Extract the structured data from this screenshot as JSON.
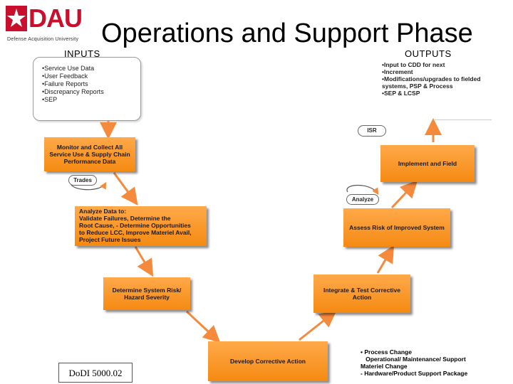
{
  "logo": {
    "mark": "DAU",
    "subtitle": "Defense Acquisition University"
  },
  "title": "Operations and Support Phase",
  "inputs": {
    "heading": "INPUTS",
    "items": [
      "Service Use Data",
      "User Feedback",
      "Failure Reports",
      "Discrepancy Reports",
      "SEP"
    ]
  },
  "outputs": {
    "heading": "OUTPUTS",
    "items": [
      "Input to CDD for next",
      "Increment",
      "Modifications/upgrades to fielded systems, PSP & Process",
      "SEP & LCSP"
    ]
  },
  "boxes": {
    "monitor": "Monitor and Collect All Service Use & Supply Chain Performance Data",
    "analyze": [
      "Analyze Data to:",
      "Validate Failures,   Determine the",
      "Root Cause,  - Determine Opportunities",
      "to Reduce LCC, Improve Materiel Avail,",
      "Project Future Issues"
    ],
    "risk": "Determine System Risk/ Hazard Severity",
    "develop": "Develop Corrective Action",
    "integrate": "Integrate & Test Corrective Action",
    "assess": "Assess Risk of Improved System",
    "implement": "Implement and Field"
  },
  "bubbles": {
    "trades": "Trades",
    "isr": "ISR",
    "analyze": "Analyze"
  },
  "bottom_right": [
    "• Process Change",
    "   Operational/ Maintenance/ Support",
    "Materiel Change",
    "- Hardware/Product Support Package"
  ],
  "reference": "DoDI 5000.02",
  "colors": {
    "box": "#f7941d",
    "arrow": "#f58a3c",
    "logo": "#c8102e"
  }
}
